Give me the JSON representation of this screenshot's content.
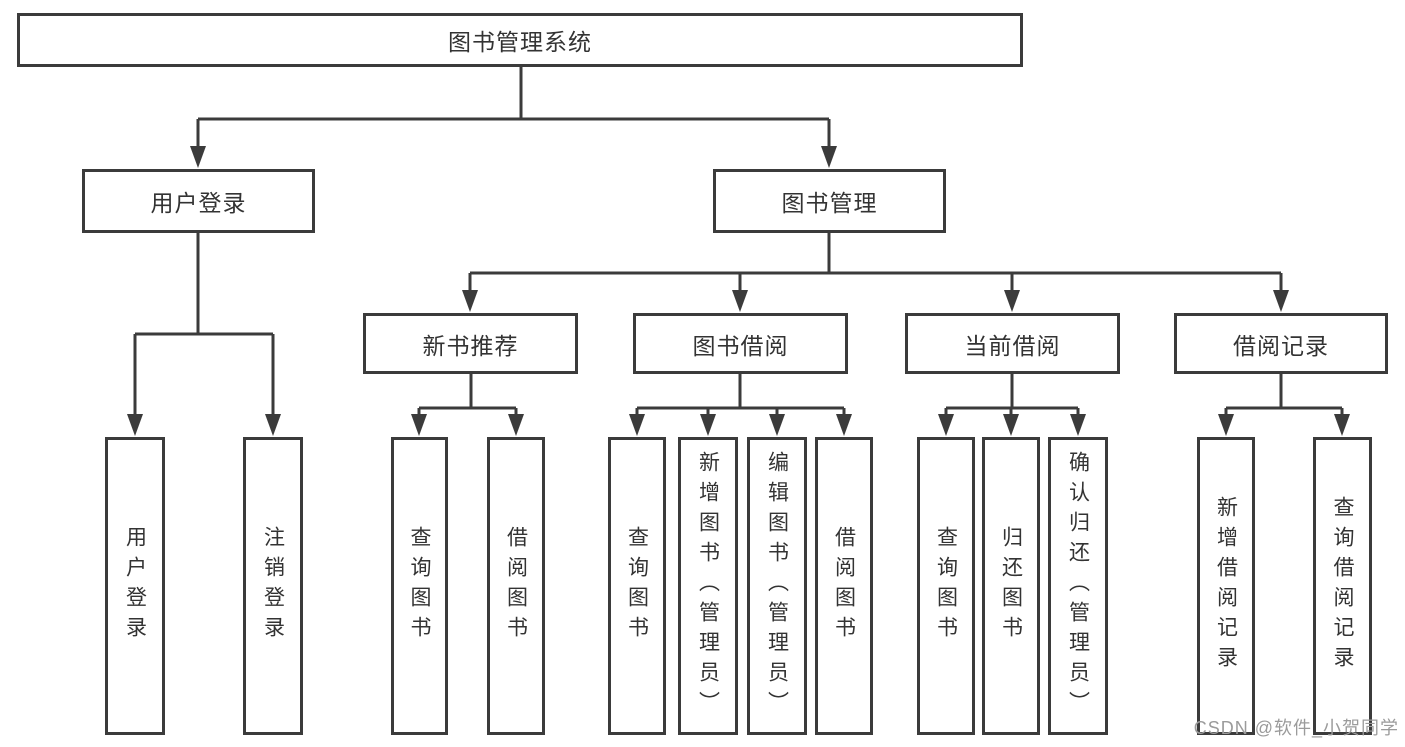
{
  "tree": {
    "root": "图书管理系统",
    "children": [
      {
        "label": "用户登录",
        "children": [
          "用户登录",
          "注销登录"
        ]
      },
      {
        "label": "图书管理",
        "children": [
          {
            "label": "新书推荐",
            "children": [
              "查询图书",
              "借阅图书"
            ]
          },
          {
            "label": "图书借阅",
            "children": [
              "查询图书",
              "新增图书（管理员）",
              "编辑图书（管理员）",
              "借阅图书"
            ]
          },
          {
            "label": "当前借阅",
            "children": [
              "查询图书",
              "归还图书",
              "确认归还（管理员）"
            ]
          },
          {
            "label": "借阅记录",
            "children": [
              "新增借阅记录",
              "查询借阅记录"
            ]
          }
        ]
      }
    ]
  },
  "watermark": {
    "text": "CSDN @软件_小贺同学"
  },
  "colors": {
    "line": "#3b3b3b",
    "text": "#333333",
    "watermark": "#9b9b9b",
    "background": "#ffffff"
  }
}
